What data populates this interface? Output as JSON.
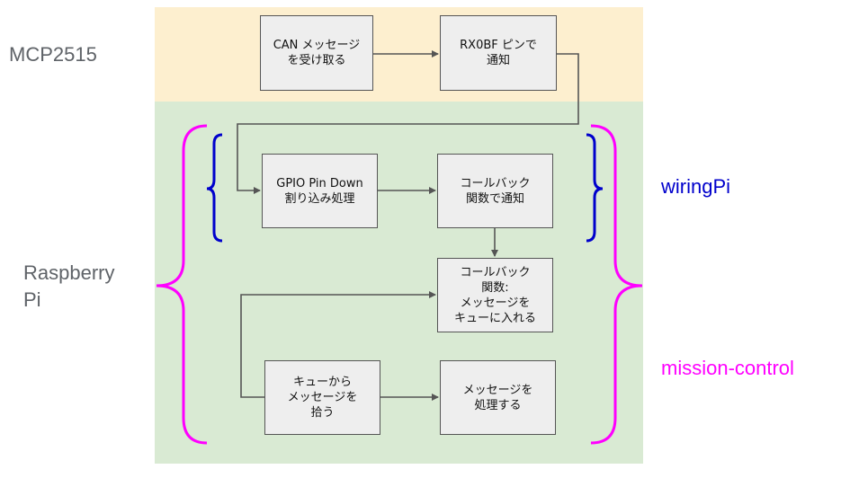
{
  "colors": {
    "mcp_band": "#fdefcf",
    "rpi_band": "#d9ead3",
    "wiringpi": "#0000cc",
    "mission_control": "#ff00ff",
    "arrow": "#555555"
  },
  "regions": {
    "mcp_label": "MCP2515",
    "rpi_label": "Raspberry\nPi"
  },
  "libraries": {
    "wiringpi": "wiringPi",
    "mission_control": "mission-control"
  },
  "boxes": {
    "receive": "CAN メッセージ\nを受け取る",
    "notify_pin": "RX0BF ピンで\n通知",
    "gpio_interrupt": "GPIO Pin Down\n割り込み処理",
    "callback_notify": "コールバック\n関数で通知",
    "callback_queue": "コールバック\n関数:\nメッセージを\nキューに入れる",
    "pick_queue": "キューから\nメッセージを\n拾う",
    "process": "メッセージを\n処理する"
  }
}
